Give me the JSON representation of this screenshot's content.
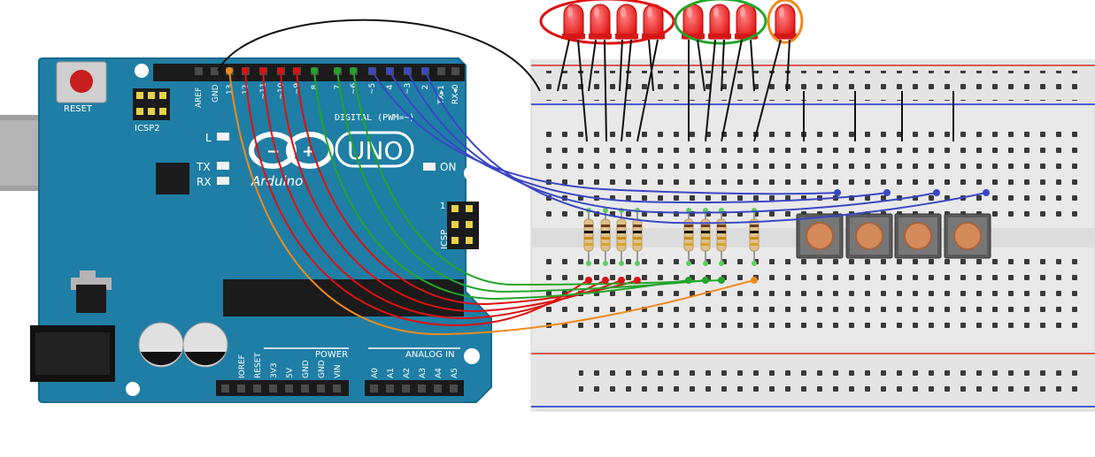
{
  "board": {
    "reset_label": "RESET",
    "icsp2_label": "ICSP2",
    "icsp_label": "ICSP",
    "aref_label": "AREF",
    "gnd_label": "GND",
    "digital_label": "DIGITAL (PWM=~)",
    "led_l": "L",
    "led_tx": "TX",
    "led_rx": "RX",
    "on_label": "ON",
    "logo_text": "Arduino",
    "uno_text": "UNO",
    "power_label": "POWER",
    "analog_label": "ANALOG IN",
    "top_pins": [
      "13",
      "12",
      "~11",
      "~10",
      "~9",
      "8",
      "7",
      "~6",
      "~5",
      "4",
      "~3",
      "2",
      "TX▸1",
      "RX◂0"
    ],
    "power_pins": [
      "IOREF",
      "RESET",
      "3V3",
      "5V",
      "GND",
      "GND",
      "VIN"
    ],
    "analog_pins": [
      "A0",
      "A1",
      "A2",
      "A3",
      "A4",
      "A5"
    ],
    "icsp_pin": "1"
  },
  "circuit": {
    "leds": [
      "red",
      "red",
      "red",
      "red",
      "red",
      "red",
      "red",
      "red"
    ],
    "buttons": 4,
    "colors": {
      "red_wire": "#dd1111",
      "green_wire": "#22a52a",
      "blue_wire": "#3a47c4",
      "orange_wire": "#f08a1c",
      "black_wire": "#111111",
      "board": "#1f7ea5",
      "breadboard": "#ececec"
    }
  }
}
